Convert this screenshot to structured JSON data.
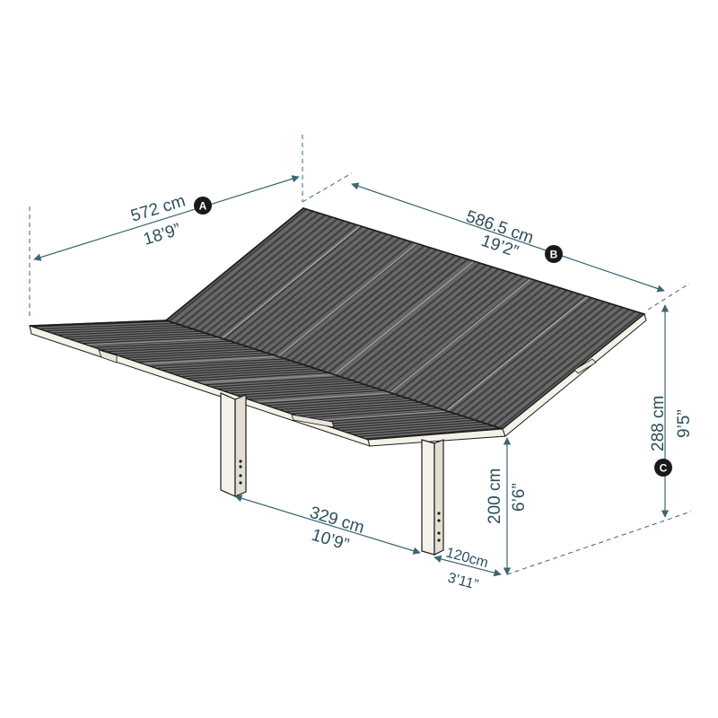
{
  "dimensions": {
    "a": {
      "badge": "A",
      "metric": "572 cm",
      "imperial": "18’9”"
    },
    "b": {
      "badge": "B",
      "metric": "586.5 cm",
      "imperial": "19’2”"
    },
    "c": {
      "badge": "C",
      "metric": "288 cm",
      "imperial": "9’5”"
    },
    "post_spacing": {
      "metric": "329 cm",
      "imperial": "10’9”"
    },
    "post_height": {
      "metric": "200 cm",
      "imperial": "6’6”"
    },
    "post_depth": {
      "metric": "120cm",
      "imperial": "3’11”"
    }
  },
  "colors": {
    "roof_panel": "#5e5e5e",
    "roof_rib": "#2a2a2a",
    "frame": "#f4f1e8",
    "outline": "#1c1c1c",
    "dimension": "#2b4f5c",
    "badge": "#1a1a1a"
  }
}
